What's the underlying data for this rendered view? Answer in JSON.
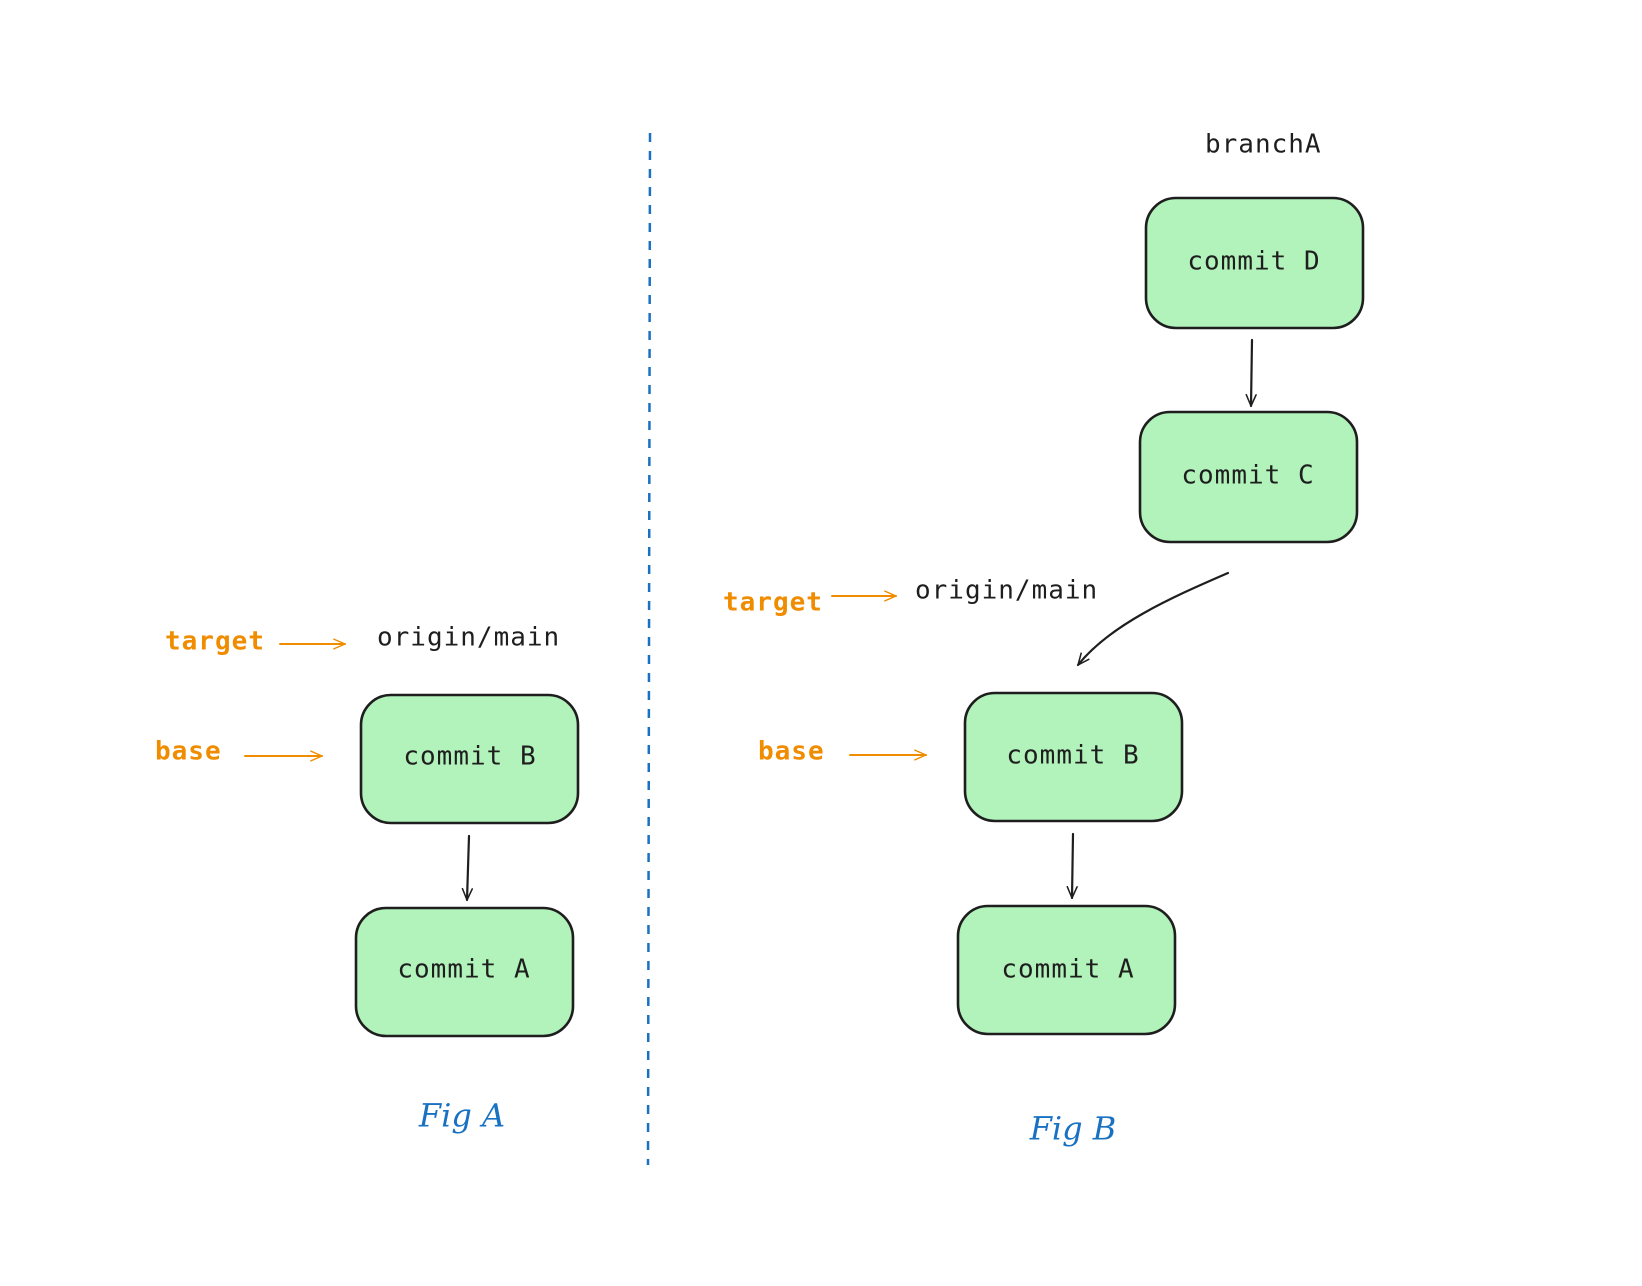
{
  "colors": {
    "node_fill": "#b2f2bb",
    "node_stroke": "#1e1e1e",
    "pointer": "#f08c00",
    "caption": "#1971c2",
    "divider": "#1971c2"
  },
  "fig_a": {
    "caption": "Fig A",
    "target_label": "target",
    "base_label": "base",
    "target_ref": "origin/main",
    "commit_b": "commit B",
    "commit_a": "commit A"
  },
  "fig_b": {
    "caption": "Fig B",
    "branch_label": "branchA",
    "target_label": "target",
    "base_label": "base",
    "target_ref": "origin/main",
    "commit_d": "commit D",
    "commit_c": "commit C",
    "commit_b": "commit B",
    "commit_a": "commit A"
  }
}
